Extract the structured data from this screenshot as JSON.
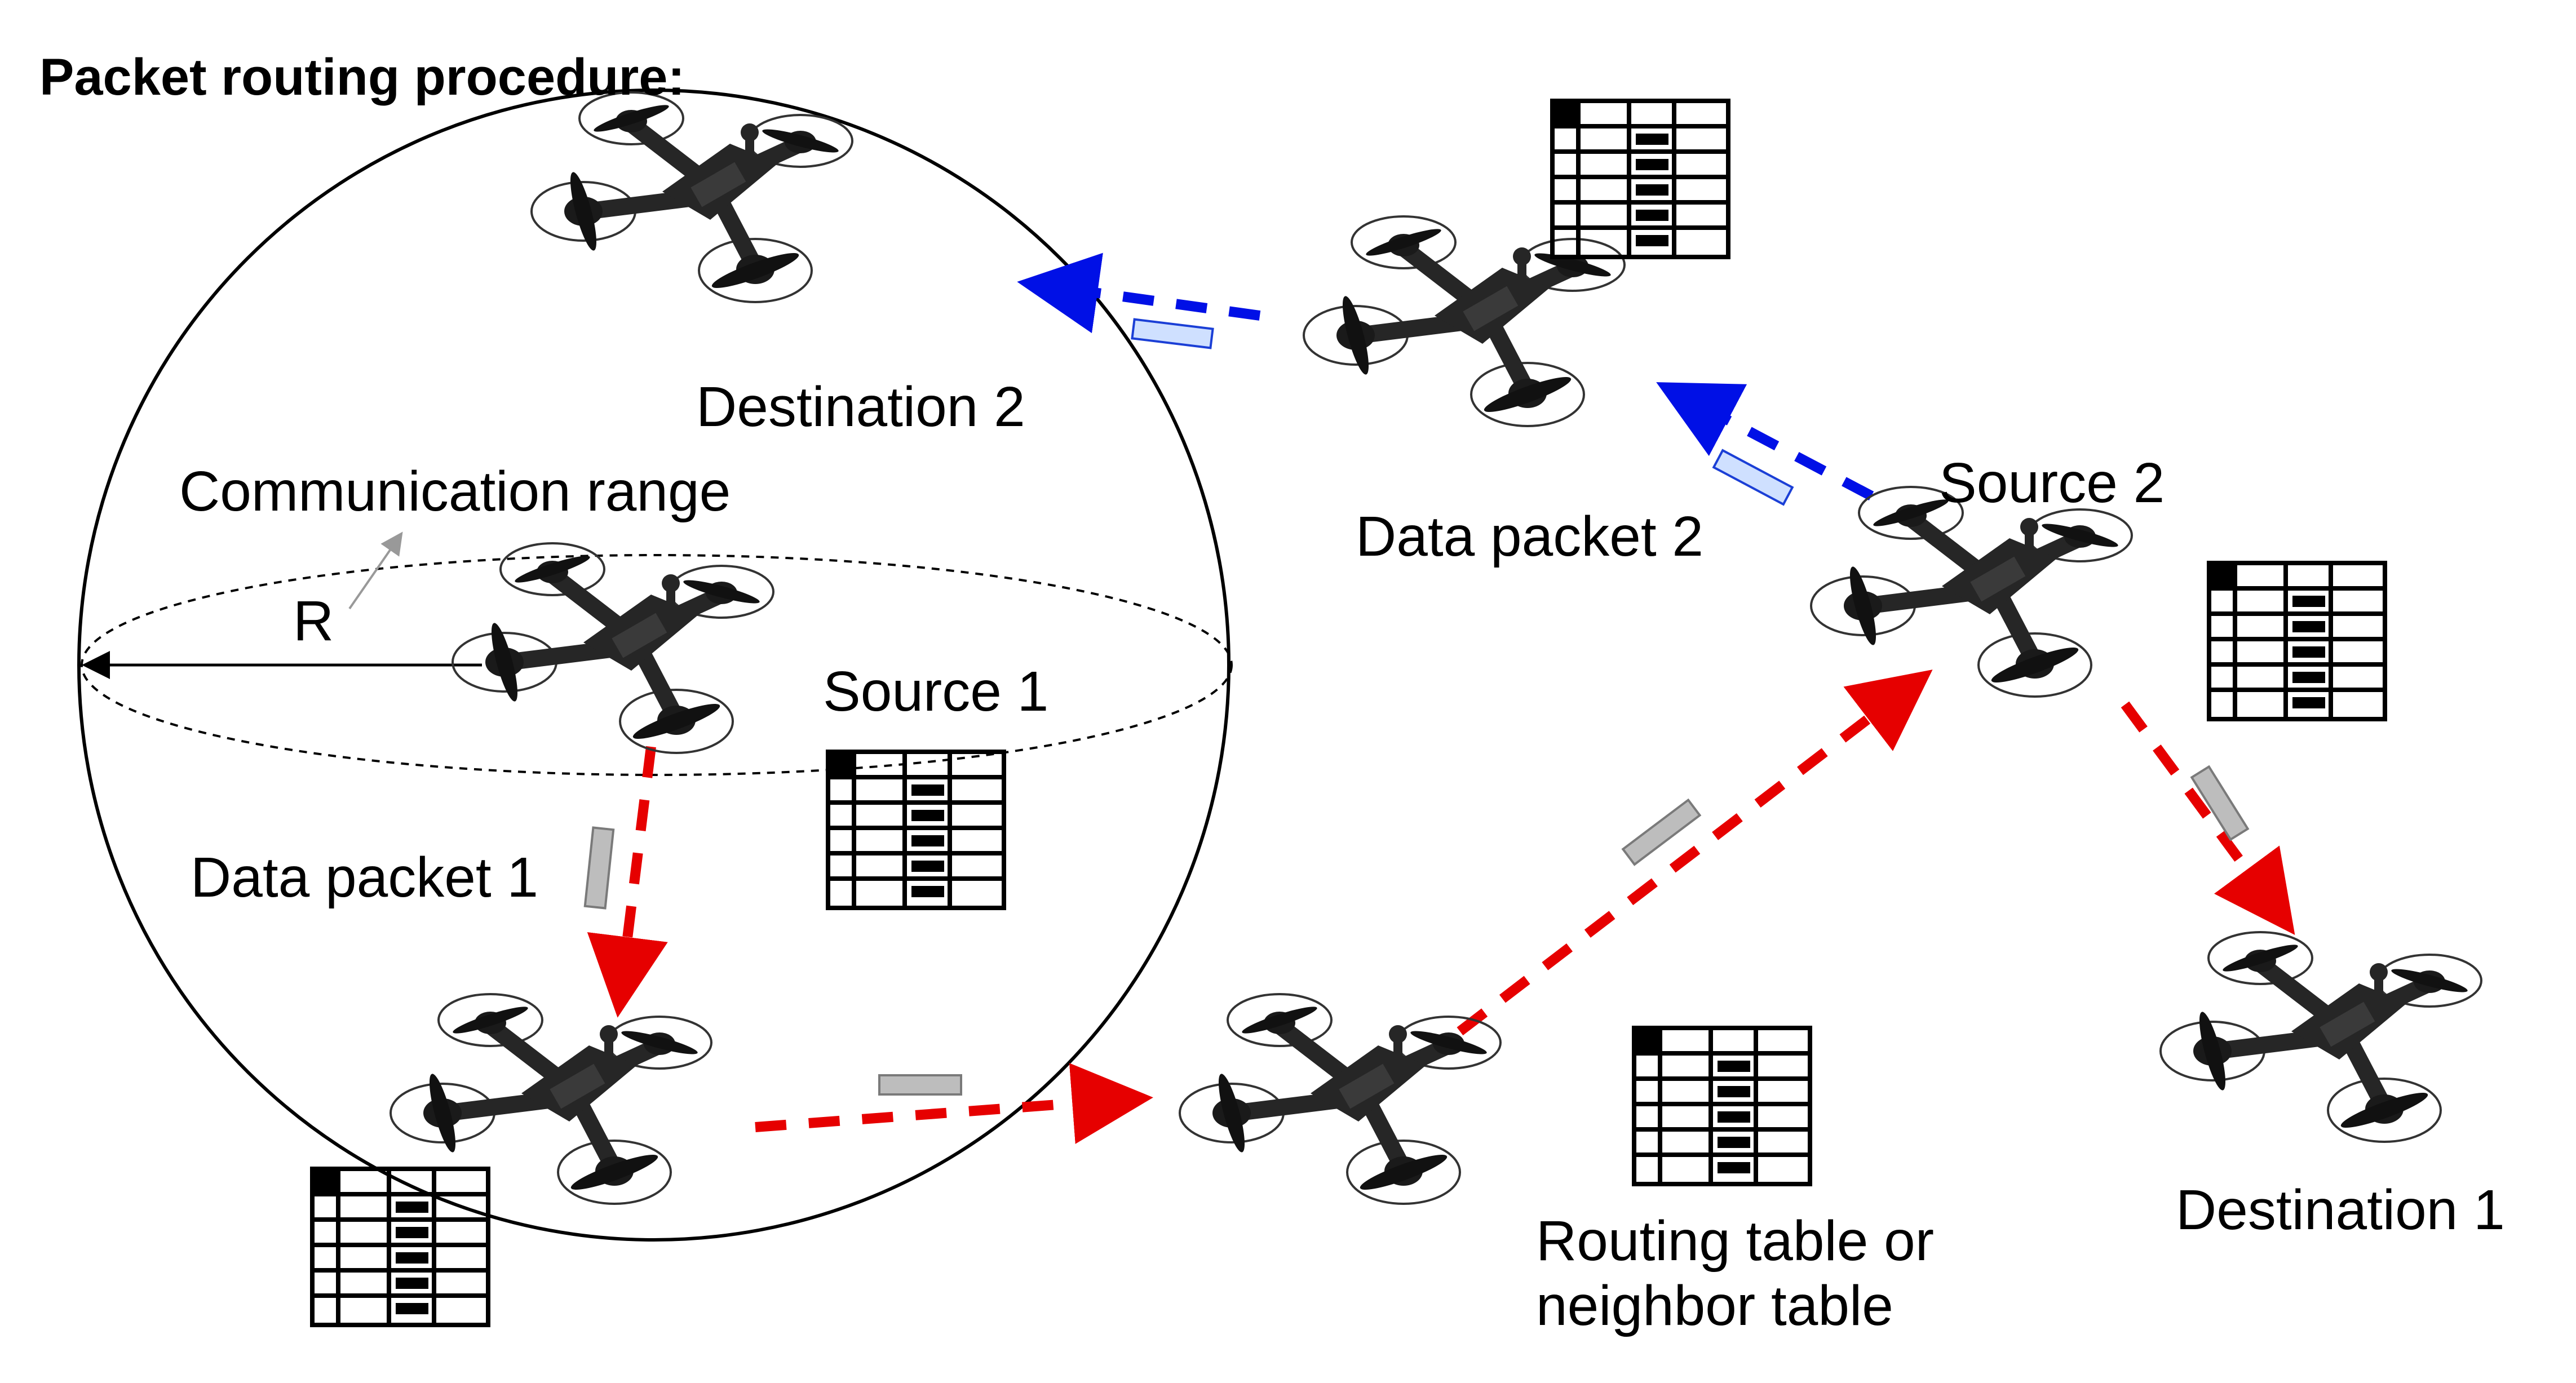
{
  "title": "Packet routing procedure:",
  "labels": {
    "destination_2": "Destination 2",
    "communication_range": "Communication range",
    "radius": "R",
    "source_1": "Source 1",
    "data_packet_1": "Data packet 1",
    "data_packet_2": "Data packet 2",
    "source_2": "Source 2",
    "destination_1": "Destination 1",
    "routing_table": "Routing table or\nneighbor table"
  },
  "colors": {
    "path_red": "#e60000",
    "path_blue": "#0010e6",
    "packet_gray_fill": "#bdbdbd",
    "packet_gray_stroke": "#7a7a7a",
    "packet_blue_fill": "#cfe0ff",
    "packet_blue_stroke": "#1b3fd6",
    "drone_body": "#262626",
    "table_line": "#000000"
  },
  "icons": {
    "drone": "quadcopter-drone-icon",
    "table": "routing-table-icon",
    "packet": "data-packet-icon"
  }
}
